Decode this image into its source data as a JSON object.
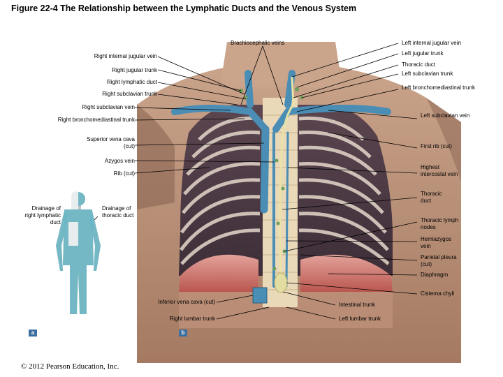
{
  "figure": {
    "title": "Figure 22-4 The Relationship between the Lymphatic Ducts and the Venous System",
    "copyright": "© 2012 Pearson Education, Inc."
  },
  "panels": {
    "a": "a",
    "b": "b"
  },
  "inset": {
    "right_drainage": "Drainage of right lymphatic duct",
    "thoracic_drainage": "Drainage of thoracic duct"
  },
  "labels_left": {
    "right_internal_jugular_vein": "Right internal jugular vein",
    "right_jugular_trunk": "Right jugular trunk",
    "right_lymphatic_duct": "Right lymphatic duct",
    "right_subclavian_trunk": "Right subclavian trunk",
    "right_subclavian_vein": "Right subclavian vein",
    "right_bronchomediastinal_trunk": "Right bronchomediastinal trunk",
    "superior_vena_cava": "Superior vena cava (cut)",
    "azygos_vein": "Azygos vein",
    "rib_cut": "Rib (cut)",
    "inferior_vena_cava": "Inferior vena cava (cut)",
    "right_lumbar_trunk": "Right lumbar trunk"
  },
  "labels_top": {
    "brachiocephalic_veins": "Brachiocephalic veins"
  },
  "labels_right": {
    "left_internal_jugular_vein": "Left internal jugular vein",
    "left_jugular_trunk": "Left jugular trunk",
    "thoracic_duct_top": "Thoracic duct",
    "left_subclavian_trunk": "Left subclavian trunk",
    "left_bronchomediastinal_trunk": "Left bronchomediastinal trunk",
    "left_subclavian_vein": "Left subclavian vein",
    "first_rib": "First rib (cut)",
    "highest_intercostal_vein": "Highest intercostal vein",
    "thoracic_duct": "Thoracic duct",
    "thoracic_lymph_nodes": "Thoracic lymph nodes",
    "hemiazygos_vein": "Hemiazygos vein",
    "parietal_pleura": "Parietal pleura (cut)",
    "diaphragm": "Diaphragm",
    "cisterna_chyli": "Cisterna chyli",
    "intestinal_trunk": "Intestinal trunk",
    "left_lumbar_trunk": "Left lumbar trunk"
  }
}
